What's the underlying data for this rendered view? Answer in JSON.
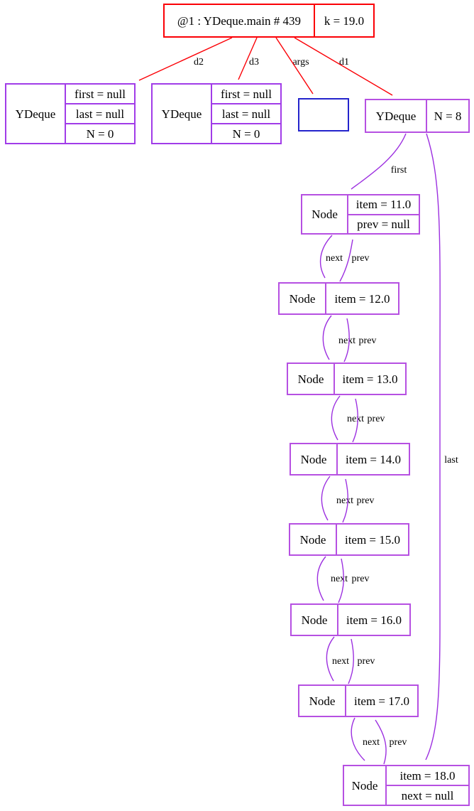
{
  "frame": {
    "title": "@1 : YDeque.main # 439",
    "field": "k = 19.0"
  },
  "edge_labels": {
    "d2": "d2",
    "d3": "d3",
    "args": "args",
    "d1": "d1",
    "first": "first",
    "last": "last"
  },
  "deque1": {
    "name": "YDeque",
    "fields": [
      "first = null",
      "last = null",
      "N = 0"
    ]
  },
  "deque2": {
    "name": "YDeque",
    "fields": [
      "first = null",
      "last = null",
      "N = 0"
    ]
  },
  "deque3": {
    "name": "YDeque",
    "field": "N = 8"
  },
  "args_array": {
    "note": "empty array object, no visible text"
  },
  "nodes": [
    {
      "name": "Node",
      "fields": [
        "item = 11.0",
        "prev = null"
      ]
    },
    {
      "name": "Node",
      "fields": [
        "item = 12.0"
      ]
    },
    {
      "name": "Node",
      "fields": [
        "item = 13.0"
      ]
    },
    {
      "name": "Node",
      "fields": [
        "item = 14.0"
      ]
    },
    {
      "name": "Node",
      "fields": [
        "item = 15.0"
      ]
    },
    {
      "name": "Node",
      "fields": [
        "item = 16.0"
      ]
    },
    {
      "name": "Node",
      "fields": [
        "item = 17.0"
      ]
    },
    {
      "name": "Node",
      "fields": [
        "item = 18.0",
        "next = null"
      ]
    }
  ],
  "links": [
    {
      "next": "next",
      "prev": "prev"
    },
    {
      "next": "next",
      "prev": "prev"
    },
    {
      "next": "next",
      "prev": "prev"
    },
    {
      "next": "next",
      "prev": "prev"
    },
    {
      "next": "next",
      "prev": "prev"
    },
    {
      "next": "next",
      "prev": "prev"
    },
    {
      "next": "next",
      "prev": "prev"
    }
  ],
  "colors": {
    "frame_and_call_edges": "#fb0006",
    "deque_object_border": "#a13ce8",
    "node_object_border": "#b650e2",
    "reference_edges": "#9c2fe0",
    "empty_array_border": "#2424cc",
    "text": "#000000",
    "background": "#ffffff"
  }
}
